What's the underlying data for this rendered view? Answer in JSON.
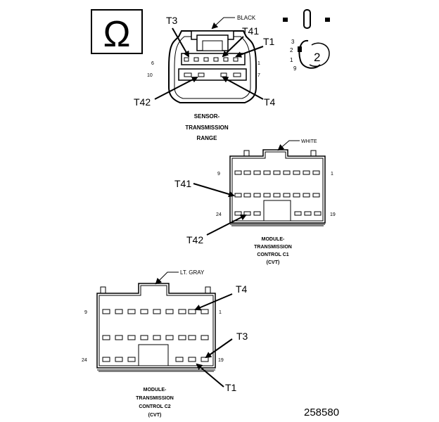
{
  "figure_id": "258580",
  "ohm_symbol": "Ω",
  "sensor": {
    "housing_color": "BLACK",
    "title_lines": [
      "SENSOR-",
      "TRANSMISSION",
      "RANGE"
    ],
    "pin_labels": {
      "top_left": "6",
      "top_right": "1",
      "bottom_left": "10",
      "bottom_right": "7"
    },
    "callouts": [
      "T3",
      "T41",
      "T1",
      "T42",
      "T4"
    ]
  },
  "terminal_inset": {
    "numbers": [
      "3",
      "2",
      "1",
      "9"
    ],
    "circled": "2"
  },
  "c1": {
    "housing_color": "WHITE",
    "title_lines": [
      "MODULE-",
      "TRANSMISSION",
      "CONTROL C1",
      "(CVT)"
    ],
    "pin_labels": {
      "top_left": "9",
      "top_right": "1",
      "bottom_left": "24",
      "bottom_right": "19"
    },
    "callouts": [
      "T41",
      "T42"
    ]
  },
  "c2": {
    "housing_color": "LT. GRAY",
    "title_lines": [
      "MODULE-",
      "TRANSMISSION",
      "CONTROL C2",
      "(CVT)"
    ],
    "pin_labels": {
      "top_left": "9",
      "top_right": "1",
      "bottom_left": "24",
      "bottom_right": "19"
    },
    "callouts": [
      "T4",
      "T3",
      "T1"
    ]
  }
}
